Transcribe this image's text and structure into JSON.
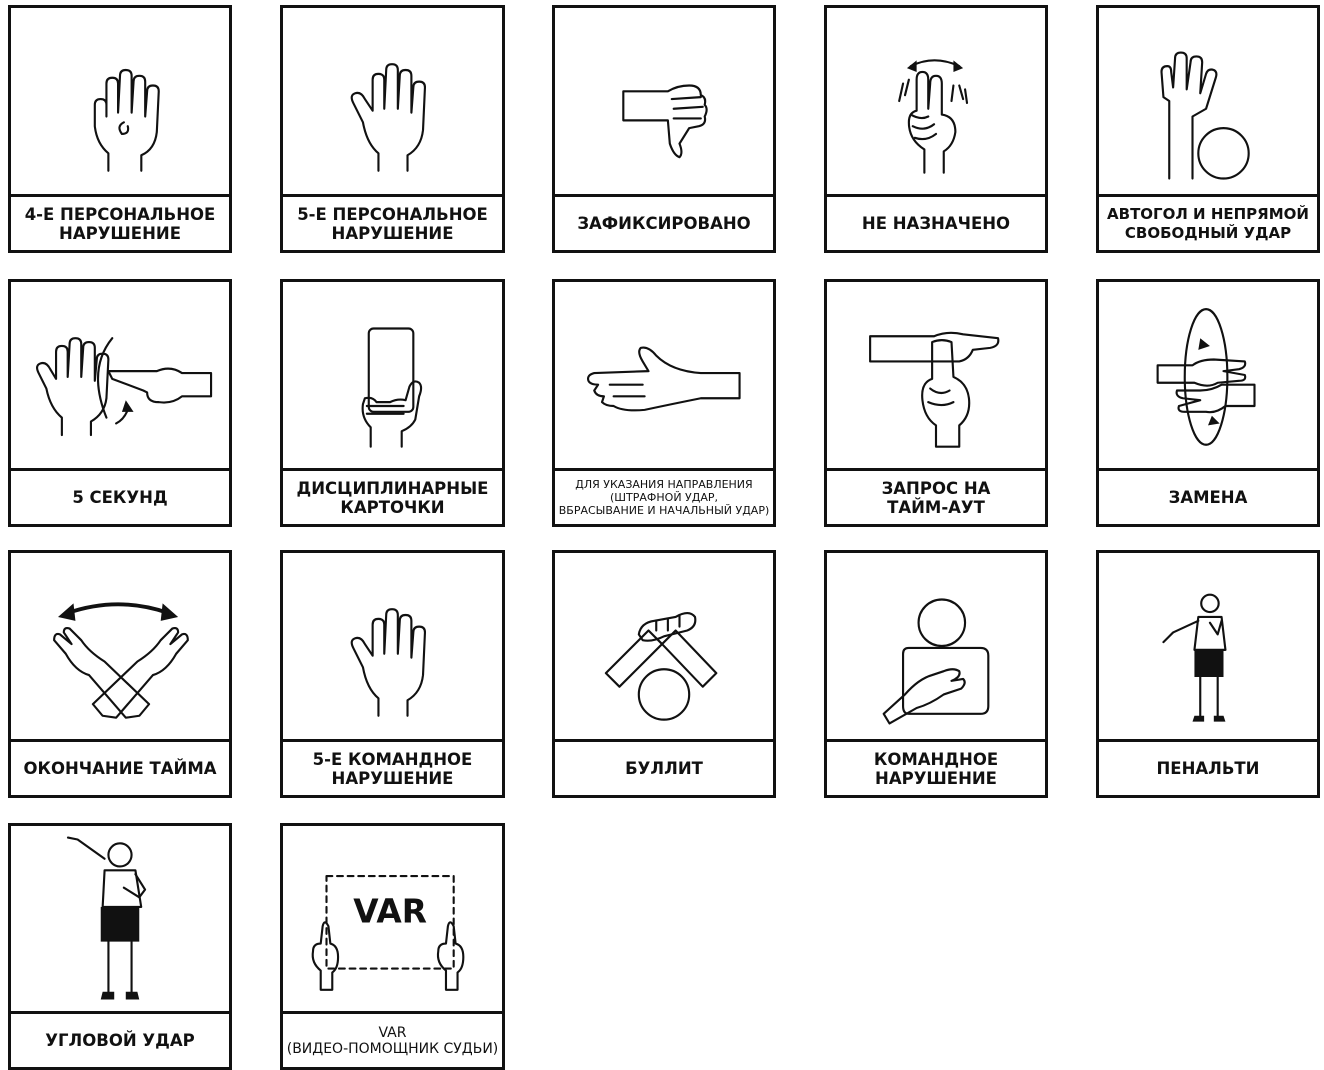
{
  "cards": [
    {
      "label": "4-Е ПЕРСОНАЛЬНОЕ\nНАРУШЕНИЕ",
      "icon": "four-fingers-hand-icon"
    },
    {
      "label": "5-Е ПЕРСОНАЛЬНОЕ\nНАРУШЕНИЕ",
      "icon": "open-hand-icon"
    },
    {
      "label": "ЗАФИКСИРОВАНО",
      "icon": "thumb-down-icon"
    },
    {
      "label": "НЕ НАЗНАЧЕНО",
      "icon": "wagging-finger-icon"
    },
    {
      "label": "АВТОГОЛ И НЕПРЯМОЙ\nСВОБОДНЫЙ УДАР",
      "icon": "raised-arm-ball-icon"
    },
    {
      "label": "5 СЕКУНД",
      "icon": "five-seconds-hand-icon"
    },
    {
      "label": "ДИСЦИПЛИНАРНЫЕ\nКАРТОЧКИ",
      "icon": "card-in-hand-icon"
    },
    {
      "label": "ДЛЯ УКАЗАНИЯ НАПРАВЛЕНИЯ\n(ШТРАФНОЙ УДАР,\nВБРАСЫВАНИЕ И НАЧАЛЬНЫЙ УДАР)",
      "icon": "pointing-arm-icon"
    },
    {
      "label": "ЗАПРОС НА\nТАЙМ-АУТ",
      "icon": "timeout-t-icon"
    },
    {
      "label": "ЗАМЕНА",
      "icon": "substitution-hands-icon"
    },
    {
      "label": "ОКОНЧАНИЕ ТАЙМА",
      "icon": "crossed-arms-icon"
    },
    {
      "label": "5-Е КОМАНДНОЕ\nНАРУШЕНИЕ",
      "icon": "open-hand-icon"
    },
    {
      "label": "БУЛЛИТ",
      "icon": "crossed-arms-ball-icon"
    },
    {
      "label": "КОМАНДНОЕ\nНАРУШЕНИЕ",
      "icon": "hand-on-chest-icon"
    },
    {
      "label": "ПЕНАЛЬТИ",
      "icon": "referee-penalty-icon"
    },
    {
      "label": "УГЛОВОЙ УДАР",
      "icon": "referee-corner-icon"
    },
    {
      "label": "VAR\n(ВИДЕО-ПОМОЩНИК СУДЬИ)",
      "icon": "var-screen-icon",
      "icon_text": "VAR"
    }
  ]
}
